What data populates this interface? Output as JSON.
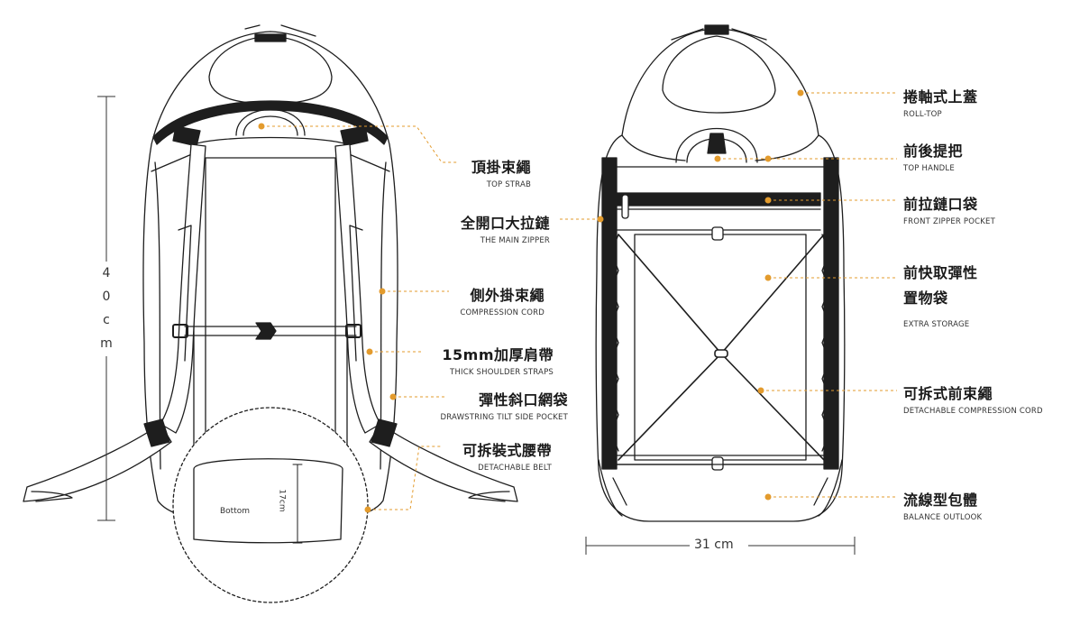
{
  "colors": {
    "accent": "#e39b2d",
    "outline": "#1e1e1e",
    "fill": "#ffffff"
  },
  "measurements": {
    "height": [
      "4",
      "0",
      "c",
      "m"
    ],
    "width": "31 cm",
    "bottom_depth": "17cm",
    "bottom_label": "Bottom"
  },
  "labels_back": [
    {
      "zh": "頂掛束繩",
      "en": "TOP STRAB"
    },
    {
      "zh": "全開口大拉鏈",
      "en": "THE MAIN ZIPPER"
    },
    {
      "zh": "側外掛束繩",
      "en": "COMPRESSION CORD"
    },
    {
      "zh": "15mm加厚肩帶",
      "en": "THICK SHOULDER STRAPS"
    },
    {
      "zh": "彈性斜口網袋",
      "en": "DRAWSTRING TILT SIDE POCKET"
    },
    {
      "zh": "可拆裝式腰帶",
      "en": "DETACHABLE BELT"
    }
  ],
  "labels_front": [
    {
      "zh": "捲軸式上蓋",
      "en": "ROLL-TOP"
    },
    {
      "zh": "前後提把",
      "en": "TOP HANDLE"
    },
    {
      "zh": "前拉鏈口袋",
      "en": "FRONT ZIPPER POCKET"
    },
    {
      "zh": "前快取彈性\n置物袋",
      "zh_line1": "前快取彈性",
      "zh_line2": "置物袋",
      "en": "EXTRA STORAGE"
    },
    {
      "zh": "可拆式前束繩",
      "en": "DETACHABLE COMPRESSION CORD"
    },
    {
      "zh": "流線型包體",
      "en": "BALANCE OUTLOOK"
    }
  ]
}
